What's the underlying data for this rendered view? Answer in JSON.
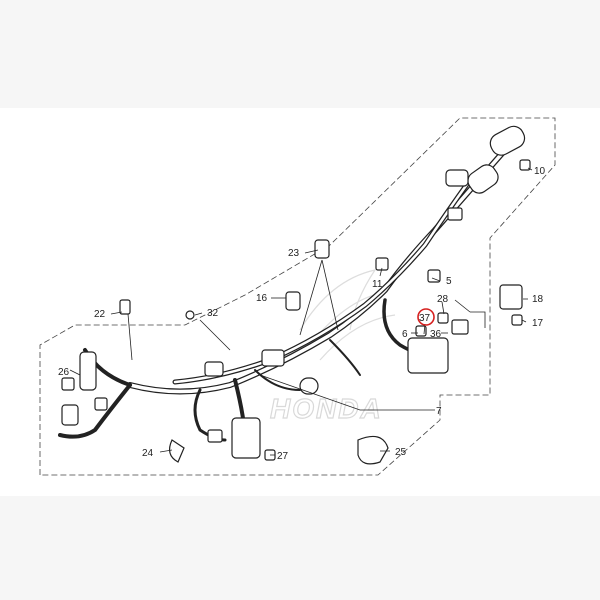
{
  "diagram": {
    "watermark": "HONDA",
    "highlight_color": "#d6201f",
    "highlighted_part": "37",
    "parts": [
      {
        "id": "p10",
        "label": "10"
      },
      {
        "id": "p23",
        "label": "23"
      },
      {
        "id": "p5",
        "label": "5"
      },
      {
        "id": "p11",
        "label": "11"
      },
      {
        "id": "p16",
        "label": "16"
      },
      {
        "id": "p28",
        "label": "28"
      },
      {
        "id": "p18",
        "label": "18"
      },
      {
        "id": "p22",
        "label": "22"
      },
      {
        "id": "p32",
        "label": "32"
      },
      {
        "id": "p37",
        "label": "37"
      },
      {
        "id": "p6",
        "label": "6"
      },
      {
        "id": "p36",
        "label": "36"
      },
      {
        "id": "p17",
        "label": "17"
      },
      {
        "id": "p26",
        "label": "26"
      },
      {
        "id": "p7",
        "label": "7"
      },
      {
        "id": "p24",
        "label": "24"
      },
      {
        "id": "p27",
        "label": "27"
      },
      {
        "id": "p25",
        "label": "25"
      }
    ]
  }
}
